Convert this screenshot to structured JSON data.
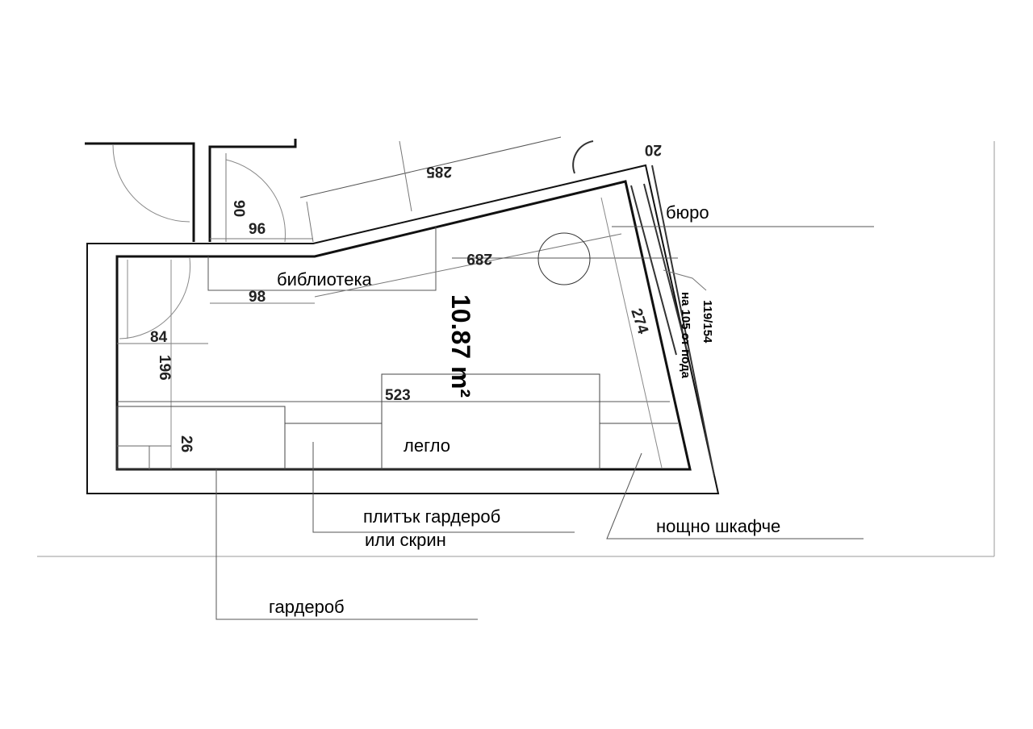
{
  "labels": {
    "desk": "бюро",
    "bookcase": "библиотека",
    "bed": "легло",
    "shallow_wardrobe_line1": "плитък гардероб",
    "shallow_wardrobe_line2": "или скрин",
    "nightstand": "нощно шкафче",
    "wardrobe": "гардероб",
    "area": "10.87 m²",
    "window_height": "на 105 от пода",
    "window_size": "119/154"
  },
  "dimensions": [
    "285",
    "20",
    "90",
    "96",
    "289",
    "98",
    "84",
    "196",
    "523",
    "274",
    "26"
  ]
}
